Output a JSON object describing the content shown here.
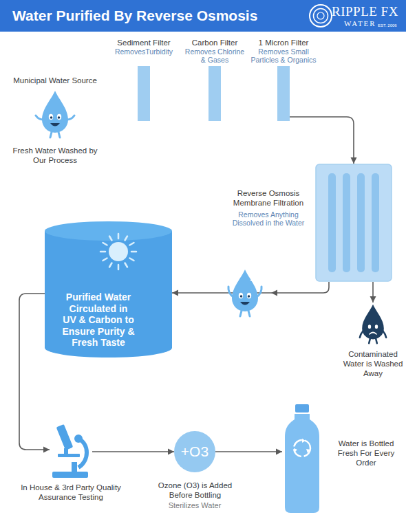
{
  "diagram": {
    "title": "Water Purified By Reverse Osmosis",
    "nodes": [
      {
        "text": [
          "Municipal Water Source",
          "Fresh Water Washed by Our Process"
        ]
      },
      {
        "text": [
          "Sediment Filter",
          "RemovesTurbidity"
        ]
      },
      {
        "text": [
          "Carbon Filter",
          "Removes Chlorine & Gases"
        ]
      },
      {
        "text": [
          "1 Micron Filter",
          "Removes Small Particles & Organics"
        ]
      },
      {
        "text": [
          "Reverse Osmosis Membrane Filtration",
          "Removes Anything Dissolved in the Water"
        ]
      },
      {
        "text": [
          "Purified Water Circulated in UV & Carbon to Ensure Purity & Fresh Taste"
        ]
      },
      {
        "text": [
          "Contaminated Water is Washed Away"
        ]
      },
      {
        "text": [
          "In House & 3rd Party Quality Assurance Testing"
        ]
      },
      {
        "text": [
          "+O3",
          "Ozone (O3) is Added Before Bottling",
          "Sterilizes Water"
        ]
      },
      {
        "text": [
          "Water is Bottled Fresh For Every Order"
        ]
      }
    ],
    "edges": [
      {
        "from": 3,
        "to": 4,
        "arrow": "to"
      },
      {
        "from": 4,
        "to": 5,
        "arrow": "to"
      },
      {
        "from": 4,
        "to": 6,
        "arrow": "to"
      },
      {
        "from": 5,
        "to": 7,
        "arrow": "to"
      },
      {
        "from": 7,
        "to": 8,
        "arrow": "to"
      },
      {
        "from": 8,
        "to": 9,
        "arrow": "to"
      }
    ],
    "labels": [
      "RIPPLE FX",
      "WATER",
      "EST. 2006"
    ]
  }
}
